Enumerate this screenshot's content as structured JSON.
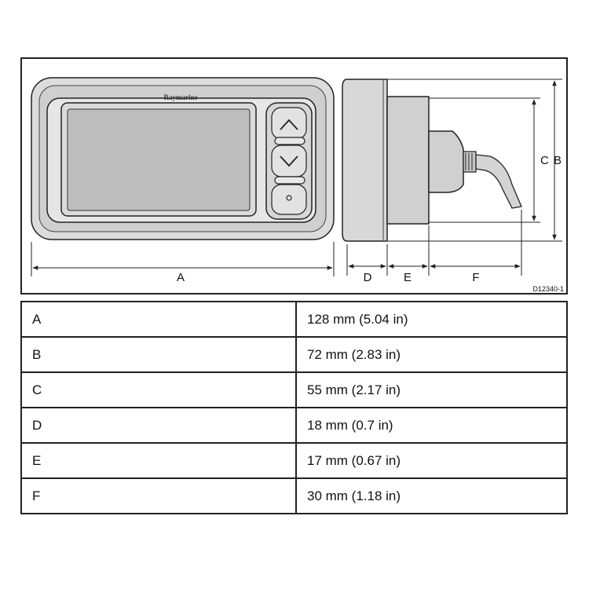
{
  "diagram": {
    "brand": "Raymarine",
    "reference": "D12340-1",
    "labels": {
      "A": "A",
      "B": "B",
      "C": "C",
      "D": "D",
      "E": "E",
      "F": "F"
    }
  },
  "table": {
    "rows": [
      {
        "key": "A",
        "value": "128 mm (5.04 in)"
      },
      {
        "key": "B",
        "value": "72 mm (2.83 in)"
      },
      {
        "key": "C",
        "value": "55 mm (2.17 in)"
      },
      {
        "key": "D",
        "value": "18 mm (0.7 in)"
      },
      {
        "key": "E",
        "value": "17 mm (0.67 in)"
      },
      {
        "key": "F",
        "value": "30 mm (1.18 in)"
      }
    ]
  }
}
